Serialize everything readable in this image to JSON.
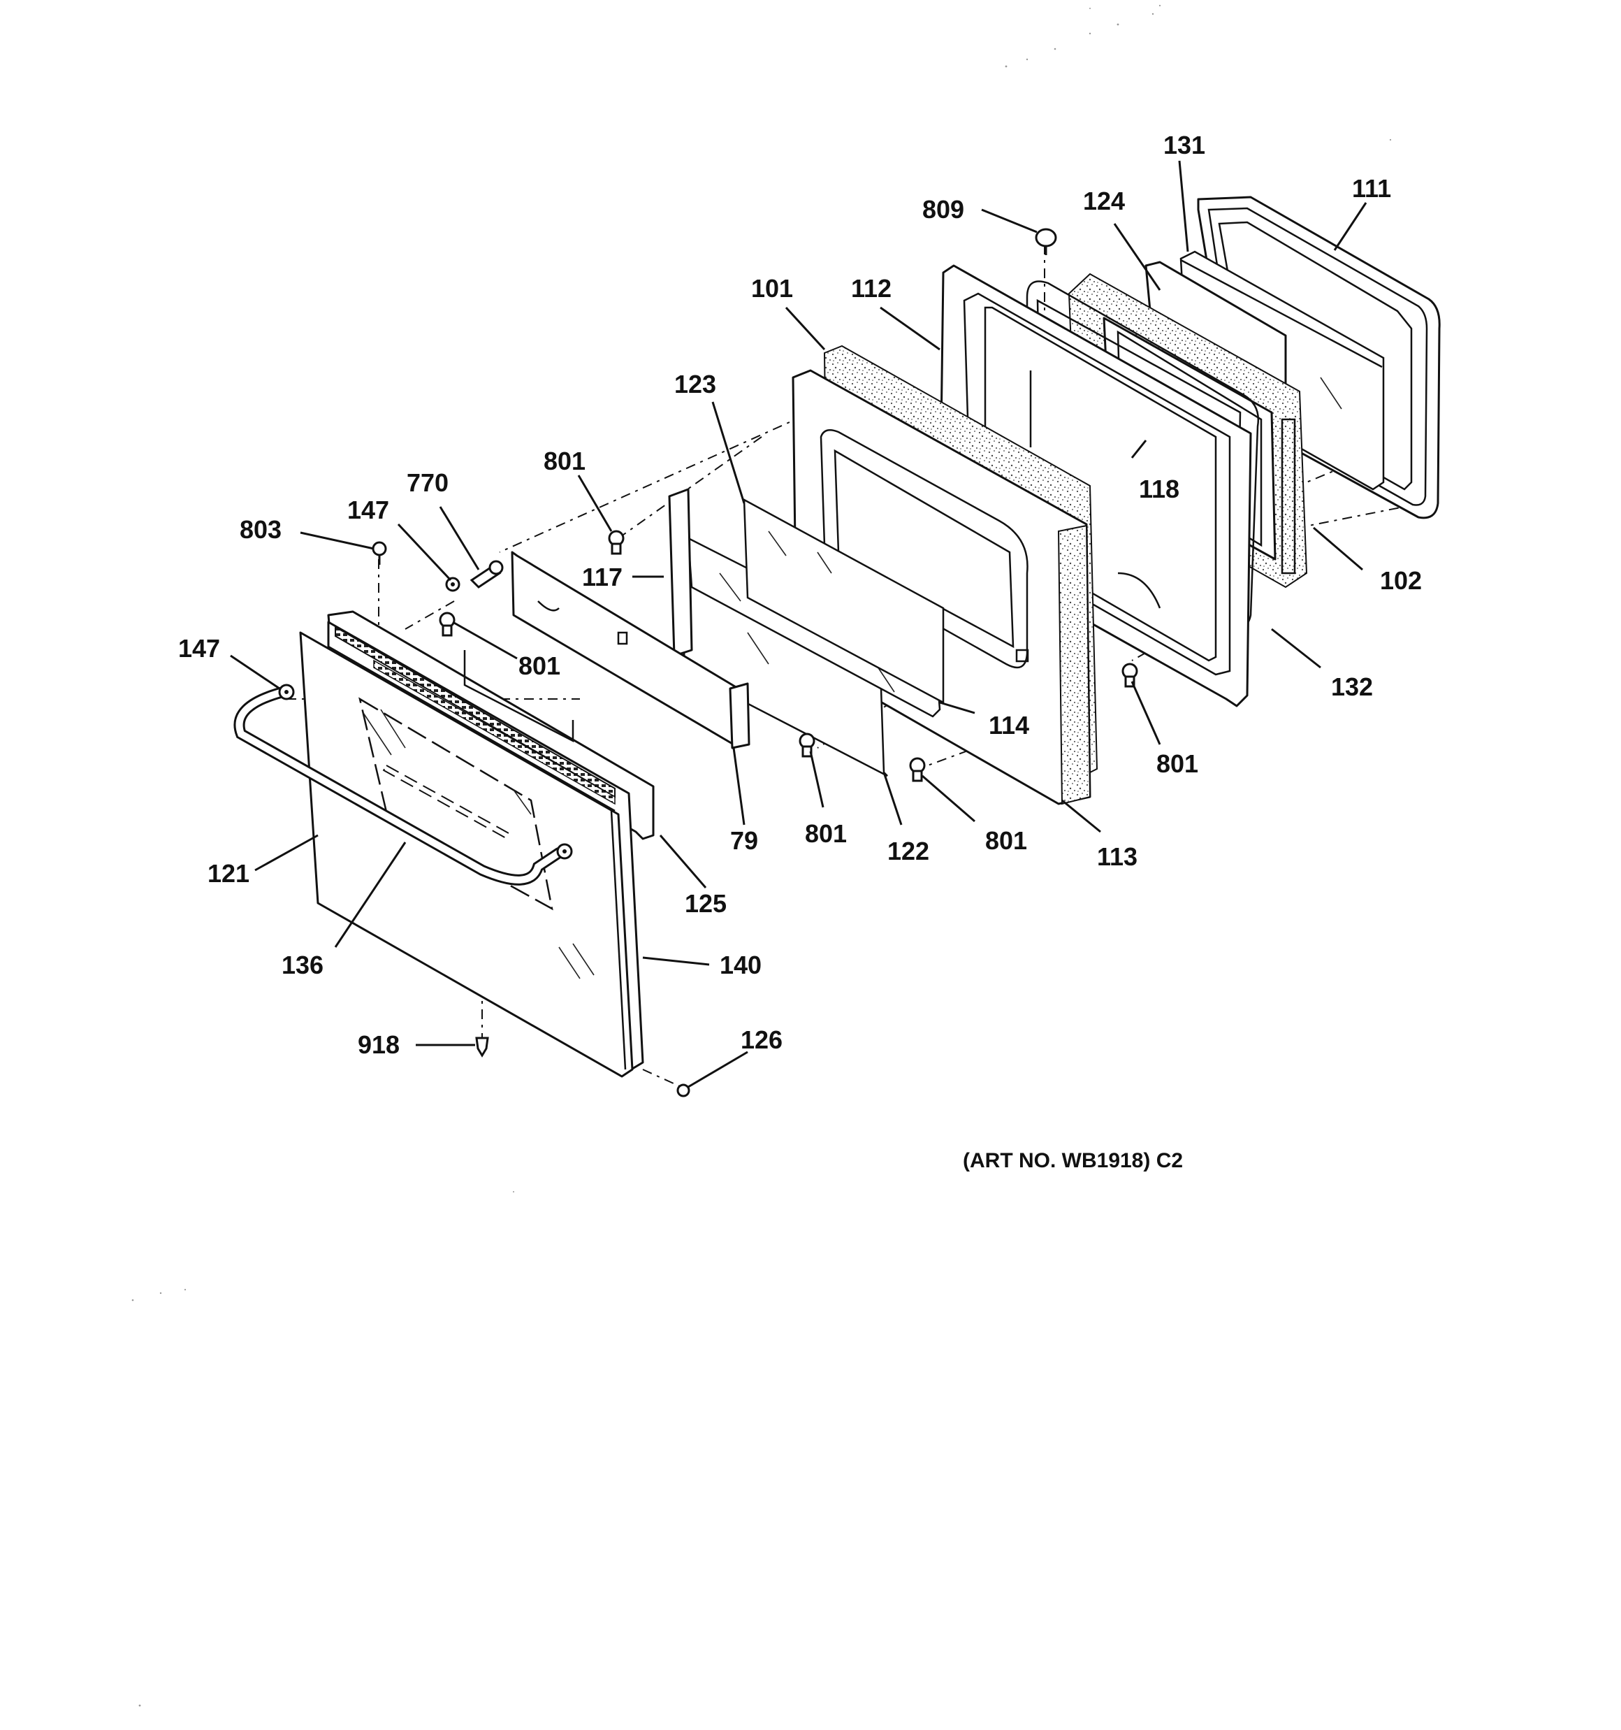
{
  "diagram": {
    "type": "exploded-parts-view",
    "art_number": "(ART NO. WB1918) C2",
    "part_labels": [
      {
        "id": "lbl-131",
        "text": "131"
      },
      {
        "id": "lbl-111",
        "text": "111"
      },
      {
        "id": "lbl-809",
        "text": "809"
      },
      {
        "id": "lbl-124",
        "text": "124"
      },
      {
        "id": "lbl-101",
        "text": "101"
      },
      {
        "id": "lbl-112",
        "text": "112"
      },
      {
        "id": "lbl-123",
        "text": "123"
      },
      {
        "id": "lbl-118",
        "text": "118"
      },
      {
        "id": "lbl-801a",
        "text": "801"
      },
      {
        "id": "lbl-770",
        "text": "770"
      },
      {
        "id": "lbl-147a",
        "text": "147"
      },
      {
        "id": "lbl-803",
        "text": "803"
      },
      {
        "id": "lbl-117",
        "text": "117"
      },
      {
        "id": "lbl-102",
        "text": "102"
      },
      {
        "id": "lbl-801b",
        "text": "801"
      },
      {
        "id": "lbl-147b",
        "text": "147"
      },
      {
        "id": "lbl-132",
        "text": "132"
      },
      {
        "id": "lbl-114",
        "text": "114"
      },
      {
        "id": "lbl-801c",
        "text": "801"
      },
      {
        "id": "lbl-79",
        "text": "79"
      },
      {
        "id": "lbl-801d",
        "text": "801"
      },
      {
        "id": "lbl-122",
        "text": "122"
      },
      {
        "id": "lbl-801e",
        "text": "801"
      },
      {
        "id": "lbl-113",
        "text": "113"
      },
      {
        "id": "lbl-121",
        "text": "121"
      },
      {
        "id": "lbl-125",
        "text": "125"
      },
      {
        "id": "lbl-136",
        "text": "136"
      },
      {
        "id": "lbl-140",
        "text": "140"
      },
      {
        "id": "lbl-126",
        "text": "126"
      },
      {
        "id": "lbl-918",
        "text": "918"
      }
    ]
  }
}
